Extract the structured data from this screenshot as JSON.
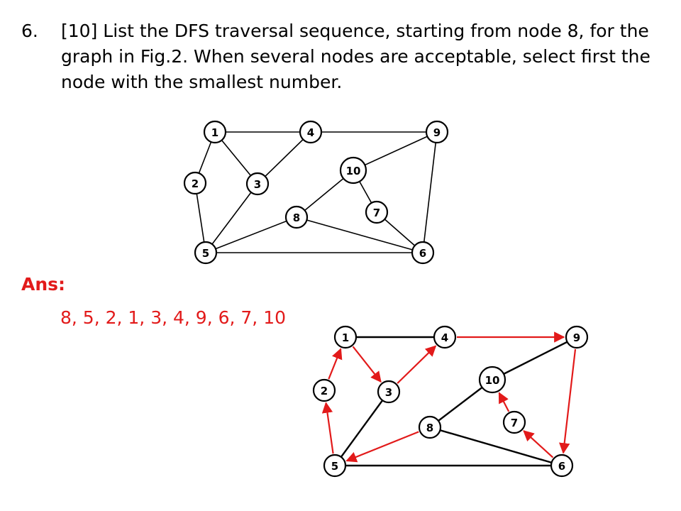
{
  "question": {
    "number": "6.",
    "text": "[10] List the DFS traversal sequence, starting from node 8, for the graph in Fig.2. When several nodes are acceptable, select first the node with the smallest number."
  },
  "answer": {
    "label": "Ans:",
    "sequence": "8, 5, 2, 1, 3, 4, 9, 6, 7, 10"
  },
  "colors": {
    "answer": "#e21a1a",
    "edge": "#000000",
    "dfs_edge": "#e21a1a"
  },
  "graph": {
    "nodes": [
      {
        "id": "1",
        "label": "1"
      },
      {
        "id": "2",
        "label": "2"
      },
      {
        "id": "3",
        "label": "3"
      },
      {
        "id": "4",
        "label": "4"
      },
      {
        "id": "5",
        "label": "5"
      },
      {
        "id": "6",
        "label": "6"
      },
      {
        "id": "7",
        "label": "7"
      },
      {
        "id": "8",
        "label": "8"
      },
      {
        "id": "9",
        "label": "9"
      },
      {
        "id": "10",
        "label": "10"
      }
    ],
    "edges": [
      [
        "1",
        "4"
      ],
      [
        "1",
        "2"
      ],
      [
        "1",
        "3"
      ],
      [
        "3",
        "4"
      ],
      [
        "3",
        "5"
      ],
      [
        "2",
        "5"
      ],
      [
        "4",
        "9"
      ],
      [
        "9",
        "10"
      ],
      [
        "9",
        "6"
      ],
      [
        "10",
        "8"
      ],
      [
        "10",
        "7"
      ],
      [
        "7",
        "6"
      ],
      [
        "8",
        "5"
      ],
      [
        "8",
        "6"
      ],
      [
        "5",
        "6"
      ]
    ],
    "dfs_tree_edges": [
      [
        "8",
        "5"
      ],
      [
        "5",
        "2"
      ],
      [
        "2",
        "1"
      ],
      [
        "1",
        "3"
      ],
      [
        "3",
        "4"
      ],
      [
        "4",
        "9"
      ],
      [
        "9",
        "6"
      ],
      [
        "6",
        "7"
      ],
      [
        "7",
        "10"
      ]
    ]
  }
}
